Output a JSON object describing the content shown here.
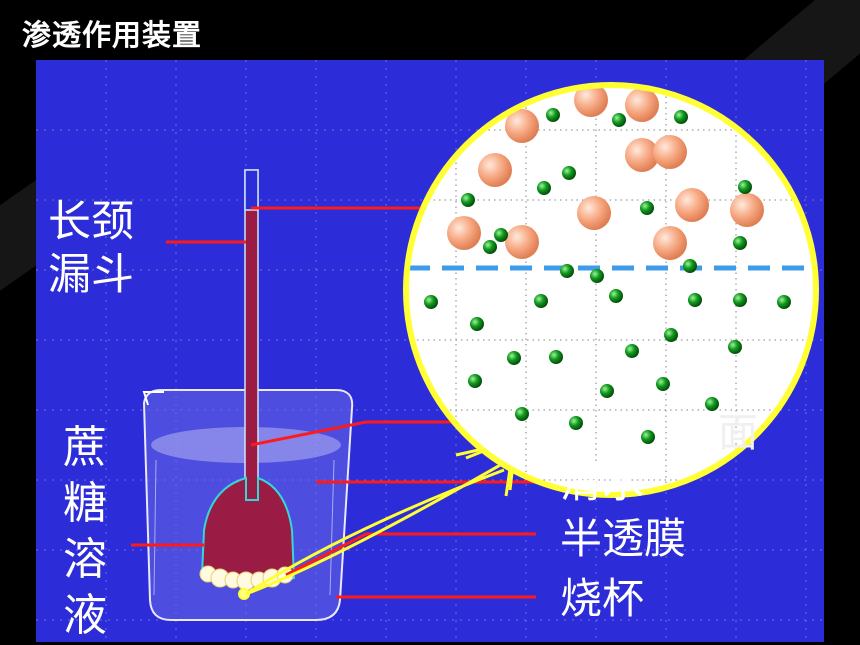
{
  "title": "渗透作用装置",
  "labels": {
    "funnel": "长颈漏斗",
    "solution": "蔗糖溶液",
    "water": "清水",
    "membrane": "半透膜",
    "beaker": "烧杯",
    "hidden_partial": "面"
  },
  "colors": {
    "panel": "#2c2cd9",
    "solution": "#9a1c44",
    "leader_line": "#ff1a1a",
    "magnifier_ring": "#ffff33",
    "membrane_line": "#3d9be9",
    "sugar_molecule": "#f4a07a",
    "water_molecule": "#0f8a1a"
  },
  "icons": {
    "sugar": "sugar-molecule",
    "water": "water-molecule",
    "arrow": "zoom-arrow"
  }
}
